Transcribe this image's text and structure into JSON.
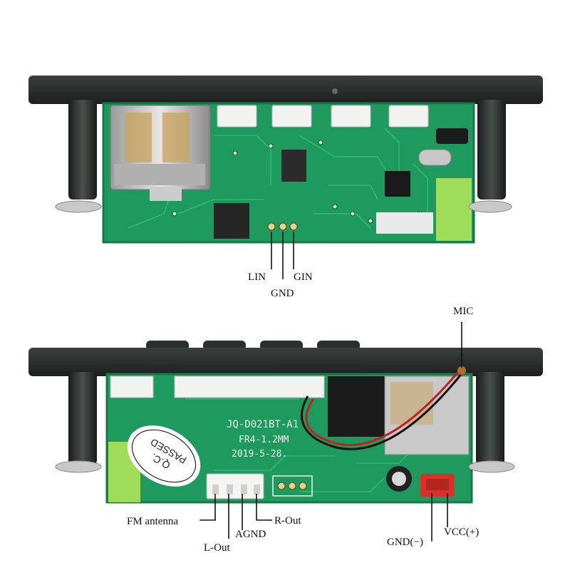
{
  "top_board": {
    "callouts": {
      "lin": "LIN",
      "gnd": "GND",
      "gin": "GIN"
    }
  },
  "bottom_board": {
    "silkscreen": {
      "model": "JQ-D021BT-A1",
      "material": "FR4-1.2MM",
      "date": "2019-5-28.",
      "qc_line1": "Q.C.",
      "qc_line2": "PASSED"
    },
    "callouts": {
      "mic": "MIC",
      "fm_antenna": "FM antenna",
      "l_out": "L-Out",
      "agnd": "AGND",
      "r_out": "R-Out",
      "gnd_minus": "GND(−)",
      "vcc_plus": "VCC(+)"
    }
  },
  "colors": {
    "pcb_green": "#1f9a5f",
    "bezel": "#2b2f2d",
    "battery_connector": "#d9302b"
  }
}
